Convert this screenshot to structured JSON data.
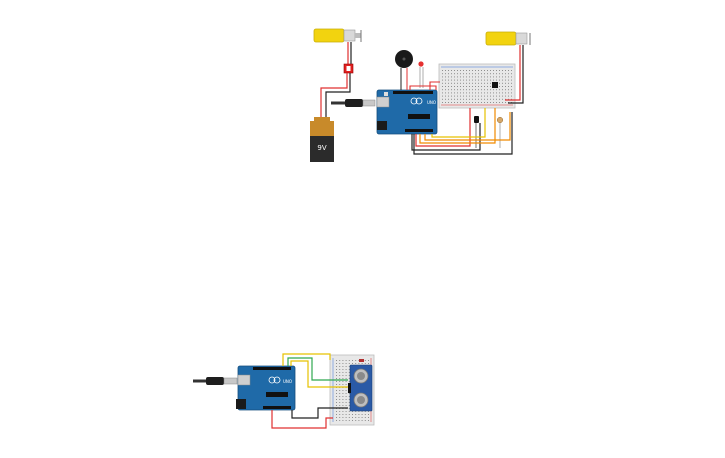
{
  "circuit_top": {
    "battery": {
      "label": "9V"
    },
    "arduino": {
      "brand": "UNO"
    }
  },
  "circuit_bottom": {
    "arduino": {
      "brand": "UNO"
    }
  },
  "colors": {
    "arduino_board": "#1f6aa8",
    "motor_yellow": "#f2d30f",
    "wire_red": "#e03030",
    "wire_black": "#222222",
    "wire_orange": "#f08a00",
    "wire_yellow": "#e6c200",
    "wire_green": "#2fa84f",
    "breadboard": "#e8e8e8",
    "battery_body": "#2b2b2b",
    "battery_cap": "#c88a2a"
  }
}
